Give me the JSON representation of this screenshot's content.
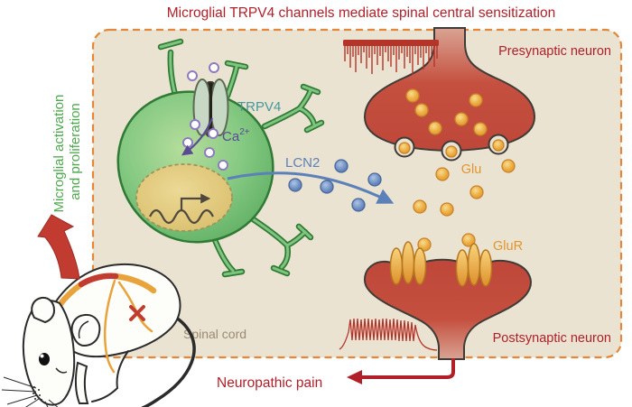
{
  "title": "Microglial TRPV4 channels mediate spinal central sensitization",
  "labels": {
    "trpv4": "TRPV4",
    "ca": "Ca",
    "ca_sup": "2+",
    "lcn2": "LCN2",
    "glu": "Glu",
    "glur": "GluR",
    "presynaptic": "Presynaptic neuron",
    "postsynaptic": "Postsynaptic neuron",
    "spinal_cord": "Spinal cord",
    "neuropathic_pain": "Neuropathic pain",
    "microglial_line1": "Microglial activation",
    "microglial_line2": "and proliferation"
  },
  "colors": {
    "title_red": "#B11F29",
    "green_text": "#4FA84F",
    "teal": "#44999B",
    "purple": "#5A4B92",
    "blue": "#5C80B8",
    "orange": "#E0952F",
    "tan_text": "#9A8B70",
    "box_bg": "#EBE3D2",
    "box_border": "#E2873B",
    "neuron_red": "#C24A3D",
    "microglia_green": "#6EBB6E",
    "nucleus_gold": "#DEC67B",
    "spike_red": "#B5342A"
  }
}
